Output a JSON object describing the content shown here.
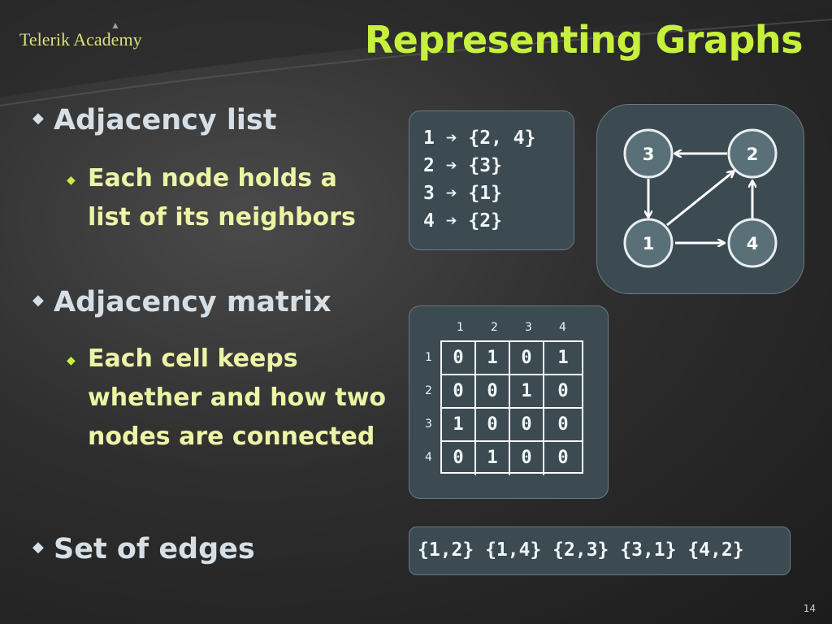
{
  "logo": {
    "text": "Telerik Academy"
  },
  "title": "Representing Graphs",
  "bullets": [
    {
      "label": "Adjacency list",
      "sub": [
        "Each node holds a",
        "list of its neighbors"
      ]
    },
    {
      "label": "Adjacency matrix",
      "sub": [
        "Each cell keeps",
        "whether and how two",
        "nodes are connected"
      ]
    },
    {
      "label": "Set of edges",
      "sub": []
    }
  ],
  "adjacency_list": [
    "1 ➔ {2, 4}",
    "2 ➔ {3}",
    "3 ➔ {1}",
    "4 ➔ {2}"
  ],
  "graph": {
    "nodes": [
      "3",
      "2",
      "1",
      "4"
    ],
    "edges": [
      [
        "2",
        "3"
      ],
      [
        "3",
        "1"
      ],
      [
        "1",
        "2"
      ],
      [
        "1",
        "4"
      ],
      [
        "4",
        "2"
      ]
    ]
  },
  "matrix": {
    "col_headers": [
      "1",
      "2",
      "3",
      "4"
    ],
    "row_headers": [
      "1",
      "2",
      "3",
      "4"
    ],
    "cells": [
      [
        "0",
        "1",
        "0",
        "1"
      ],
      [
        "0",
        "0",
        "1",
        "0"
      ],
      [
        "1",
        "0",
        "0",
        "0"
      ],
      [
        "0",
        "1",
        "0",
        "0"
      ]
    ]
  },
  "edge_set": "{1,2} {1,4} {2,3} {3,1} {4,2}",
  "page_number": "14",
  "colors": {
    "title": "#c6f03c",
    "sub_text": "#ecf4a6",
    "panel": "#3c4a52",
    "node": "#5a7078"
  }
}
